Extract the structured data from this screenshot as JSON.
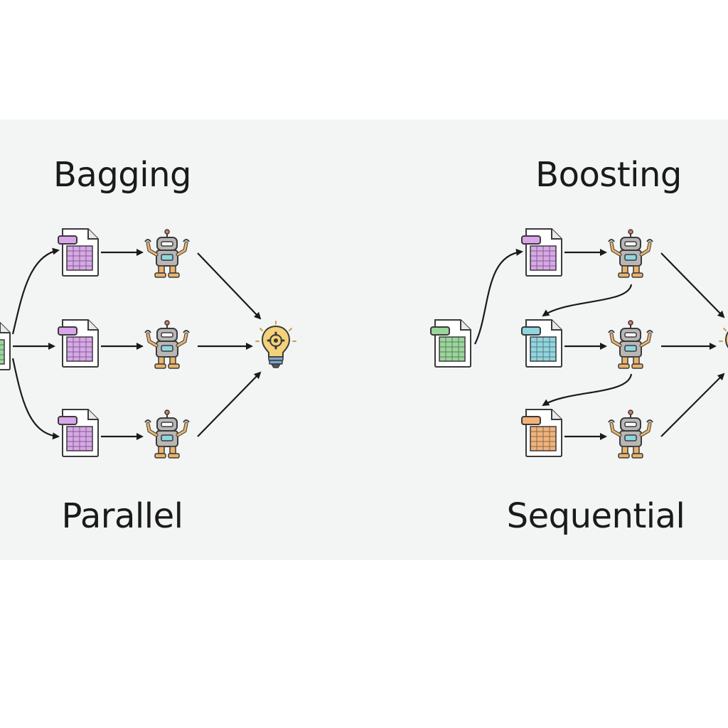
{
  "bagging": {
    "title": "Bagging",
    "caption": "Parallel",
    "doc_color": "#d9a6ea"
  },
  "boosting": {
    "title": "Boosting",
    "caption": "Sequential",
    "doc_colors": [
      "#d9a6ea",
      "#8fd6e0",
      "#f3b27a"
    ],
    "source_color": "#9ad69b"
  },
  "icons": {
    "dataset": "spreadsheet-document-icon",
    "model": "robot-icon",
    "result": "lightbulb-gear-icon"
  },
  "colors": {
    "background": "#f3f4f4",
    "arrow": "#1a1a1a",
    "robot_body": "#b9b7b6",
    "robot_limbs": "#e9b36b",
    "bulb": "#f3d27a"
  }
}
